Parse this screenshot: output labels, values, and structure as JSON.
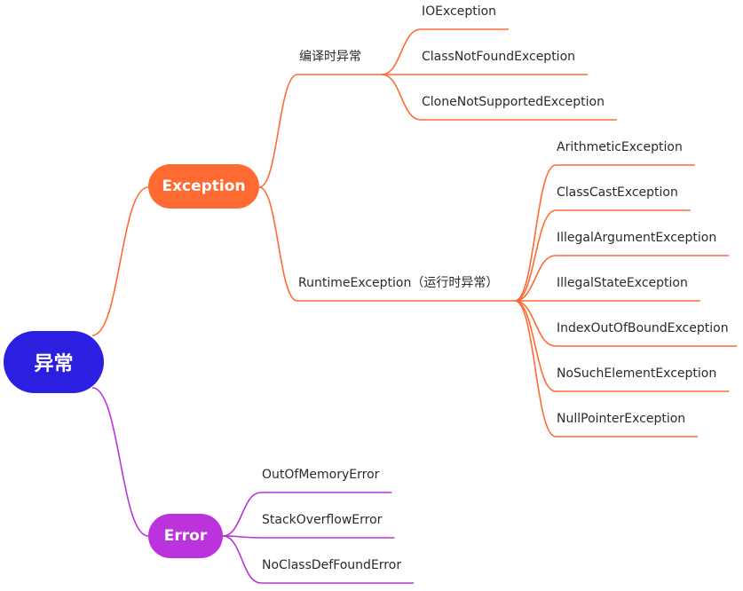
{
  "root": {
    "label": "异常",
    "color": "#2d1fe0"
  },
  "exception": {
    "label": "Exception",
    "color": "#ff6a33",
    "groups": [
      {
        "label": "编译时异常",
        "items": [
          "IOException",
          "ClassNotFoundException",
          "CloneNotSupportedException"
        ]
      },
      {
        "label": "RuntimeException（运行时异常）",
        "items": [
          "ArithmeticException",
          "ClassCastException",
          "IllegalArgumentException",
          "IllegalStateException",
          "IndexOutOfBoundException",
          "NoSuchElementException",
          "NullPointerException"
        ]
      }
    ]
  },
  "error": {
    "label": "Error",
    "color": "#bb33dd",
    "items": [
      "OutOfMemoryError",
      "StackOverflowError",
      "NoClassDefFoundError"
    ]
  }
}
